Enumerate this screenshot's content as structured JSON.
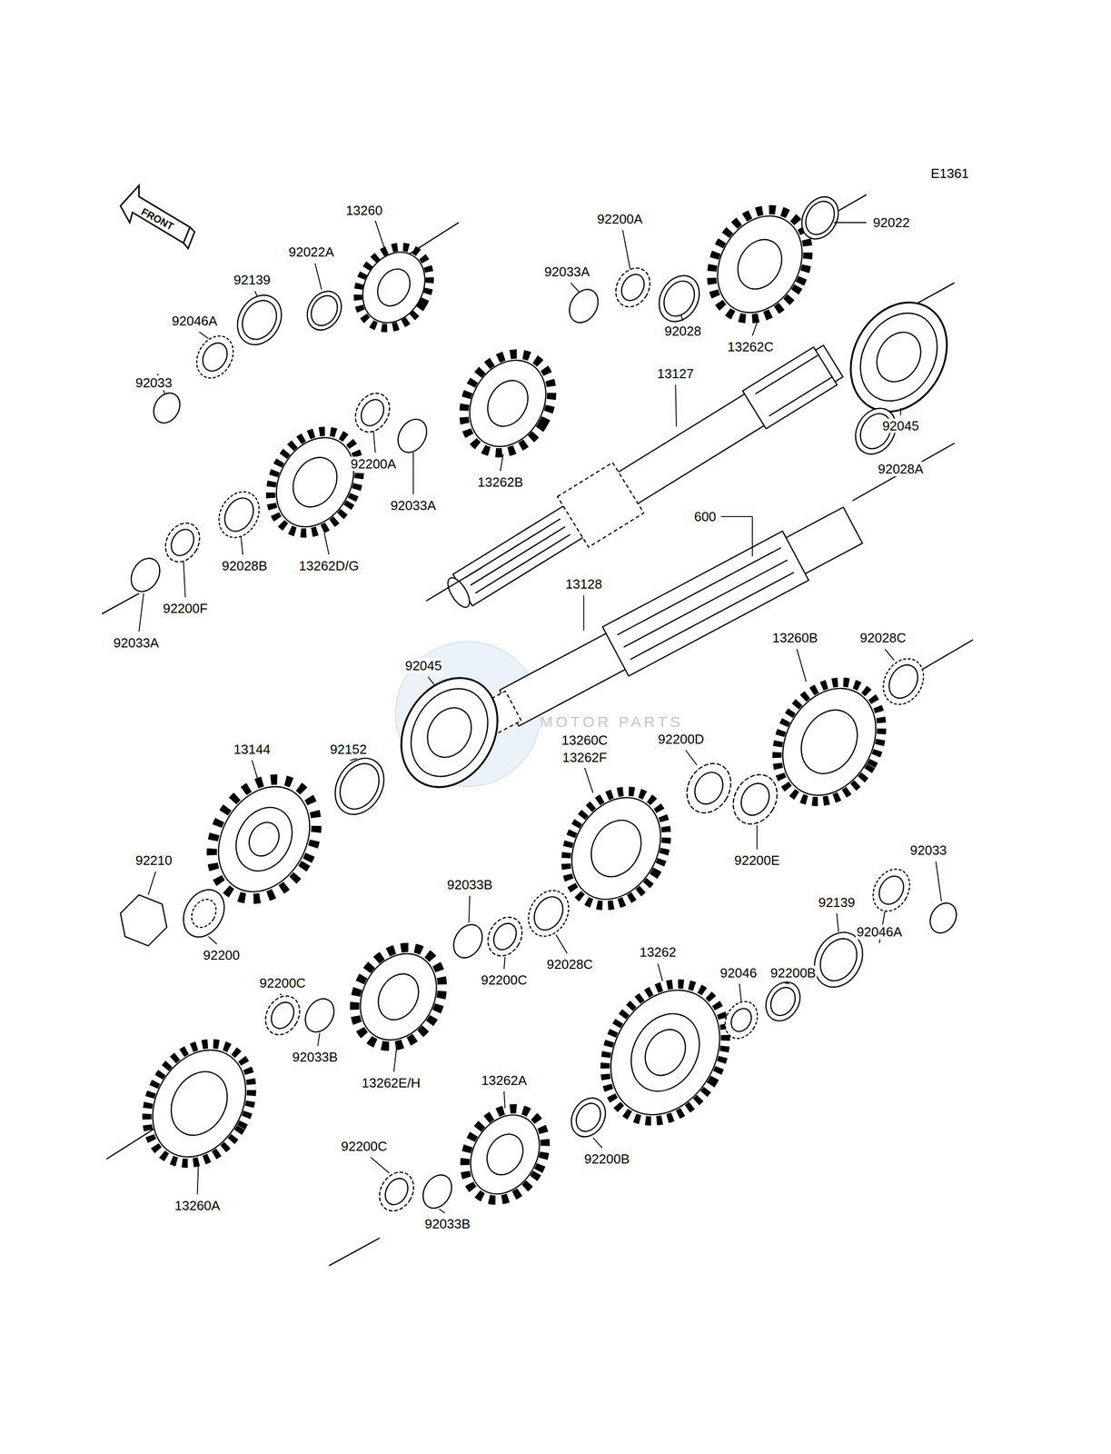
{
  "diagram": {
    "labels": [
      "E1361",
      "FRONT",
      "13260",
      "92022A",
      "92139",
      "92046A",
      "92033",
      "92200A",
      "92033A",
      "92028",
      "13262C",
      "92022",
      "13127",
      "92045",
      "92028A",
      "92200A",
      "92033A",
      "13262B",
      "92028B",
      "13262D/G",
      "92200F",
      "92033A",
      "600",
      "13128",
      "13260B",
      "92028C",
      "92045",
      "13260C",
      "13262F",
      "92200D",
      "13144",
      "92152",
      "92200E",
      "92210",
      "92033B",
      "92033",
      "92139",
      "92046A",
      "92200",
      "92028C",
      "92200C",
      "13262",
      "92200C",
      "92046",
      "92200B",
      "92033B",
      "13262E/H",
      "13262A",
      "92200B",
      "13260A",
      "92200C",
      "92033B",
      "MOTOR PARTS"
    ]
  }
}
